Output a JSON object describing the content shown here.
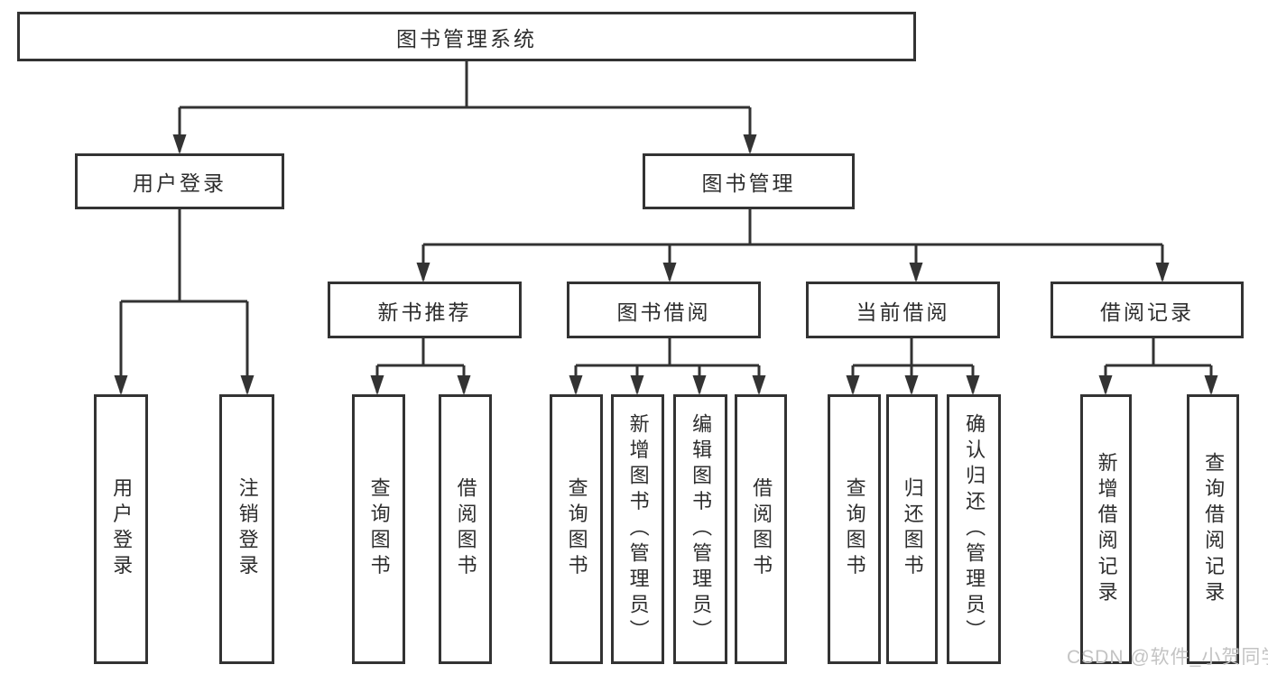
{
  "diagram": {
    "title": "图书管理系统",
    "level2": [
      {
        "label": "用户登录"
      },
      {
        "label": "图书管理"
      }
    ],
    "level3": [
      {
        "label": "新书推荐"
      },
      {
        "label": "图书借阅"
      },
      {
        "label": "当前借阅"
      },
      {
        "label": "借阅记录"
      }
    ],
    "leaves": [
      {
        "label": "用户登录"
      },
      {
        "label": "注销登录"
      },
      {
        "label": "查询图书"
      },
      {
        "label": "借阅图书"
      },
      {
        "label": "查询图书"
      },
      {
        "label": "新增图书（管理员）"
      },
      {
        "label": "编辑图书（管理员）"
      },
      {
        "label": "借阅图书"
      },
      {
        "label": "查询图书"
      },
      {
        "label": "归还图书"
      },
      {
        "label": "确认归还（管理员）"
      },
      {
        "label": "新增借阅记录"
      },
      {
        "label": "查询借阅记录"
      }
    ],
    "colors": {
      "line": "#333333",
      "text": "#2d2d2d",
      "watermark": "#c3c3c3"
    }
  },
  "watermark": {
    "text": "CSDN @软件_小贺同学"
  }
}
